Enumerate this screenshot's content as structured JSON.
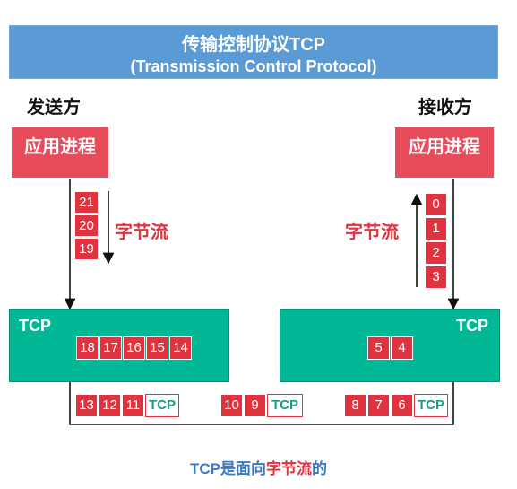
{
  "banner": {
    "title": "传输控制协议TCP",
    "subtitle": "(Transmission Control Protocol)"
  },
  "sender": {
    "role": "发送方",
    "process": "应用进程",
    "stream": [
      "21",
      "20",
      "19"
    ],
    "buffer": [
      "18",
      "17",
      "16",
      "15",
      "14"
    ],
    "tcp": "TCP"
  },
  "receiver": {
    "role": "接收方",
    "process": "应用进程",
    "stream": [
      "0",
      "1",
      "2",
      "3"
    ],
    "buffer": [
      "5",
      "4"
    ],
    "tcp": "TCP"
  },
  "flow_label": "字节流",
  "segments": [
    {
      "bytes": [
        "13",
        "12",
        "11"
      ],
      "header": "TCP"
    },
    {
      "bytes": [
        "10",
        "9"
      ],
      "header": "TCP"
    },
    {
      "bytes": [
        "8",
        "7",
        "6"
      ],
      "header": "TCP"
    }
  ],
  "caption": {
    "part1": "TCP是面向",
    "part2": "字节流",
    "part3": "的"
  },
  "colors": {
    "banner": "#5b9bd5",
    "process": "#e84b5a",
    "byte": "#e0333f",
    "tcp_box": "#00b895"
  }
}
